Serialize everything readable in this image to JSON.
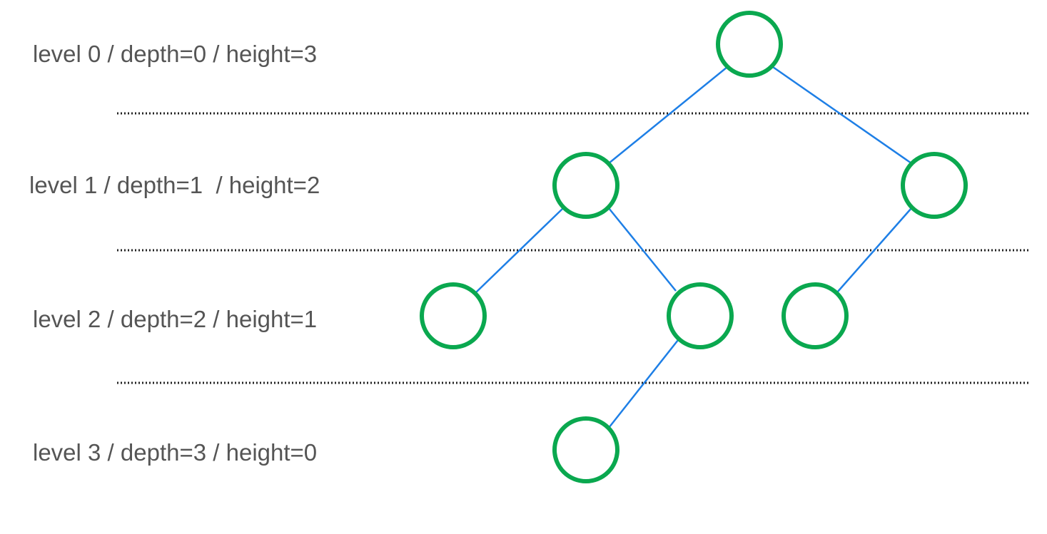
{
  "levels": [
    {
      "text": "level 0 / depth=0 / height=3"
    },
    {
      "text": "level 1 / depth=1  / height=2"
    },
    {
      "text": "level 2 / depth=2 / height=1"
    },
    {
      "text": "level 3 / depth=3 / height=0"
    }
  ],
  "tree": {
    "nodes": [
      "root",
      "l1-left",
      "l1-right",
      "l2-a",
      "l2-b",
      "l2-c",
      "l3-a"
    ],
    "edges": [
      [
        "root",
        "l1-left"
      ],
      [
        "root",
        "l1-right"
      ],
      [
        "l1-left",
        "l2-a"
      ],
      [
        "l1-left",
        "l2-b"
      ],
      [
        "l1-right",
        "l2-c"
      ],
      [
        "l2-b",
        "l3-a"
      ]
    ]
  },
  "colors": {
    "node_stroke": "#0aa84f",
    "edge": "#1e7fe6",
    "separator": "#222222",
    "label_text": "#555555"
  }
}
